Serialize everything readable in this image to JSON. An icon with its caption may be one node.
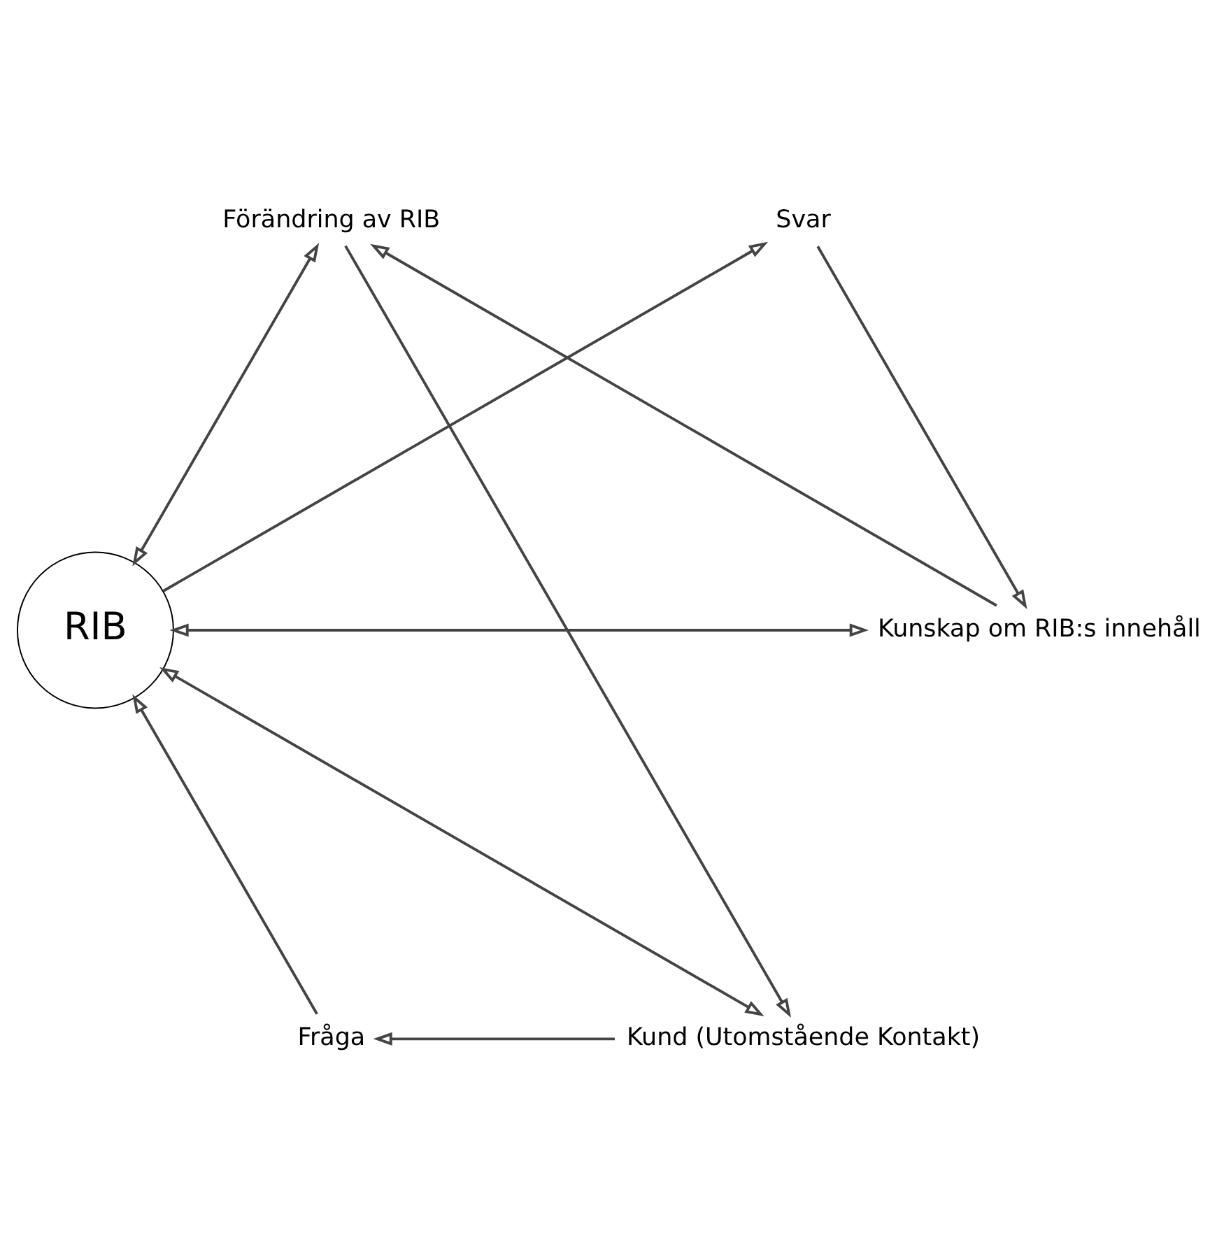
{
  "diagram": {
    "nodes": [
      {
        "text": [
          "Kund (Utomstående Kontakt)"
        ]
      },
      {
        "text": [
          "Fråga"
        ]
      },
      {
        "text": [
          "Svar"
        ]
      },
      {
        "text": [
          "Kunskap om RIB:s innehåll"
        ]
      },
      {
        "text": [
          "Förändring av RIB"
        ]
      },
      {
        "text": [
          "RIB"
        ]
      }
    ],
    "edges": [
      {
        "from": 0,
        "to": 1,
        "arrow": "to"
      },
      {
        "from": 1,
        "to": 5,
        "arrow": "to"
      },
      {
        "from": 5,
        "to": 2,
        "arrow": "to"
      },
      {
        "from": 2,
        "to": 3,
        "arrow": "to"
      },
      {
        "from": 3,
        "to": 4,
        "arrow": "to"
      },
      {
        "from": 4,
        "to": 0,
        "arrow": "to"
      },
      {
        "from": 0,
        "to": 5,
        "arrow": "both"
      },
      {
        "from": 4,
        "to": 5,
        "arrow": "both"
      },
      {
        "from": 3,
        "to": 5,
        "arrow": "both"
      }
    ]
  }
}
